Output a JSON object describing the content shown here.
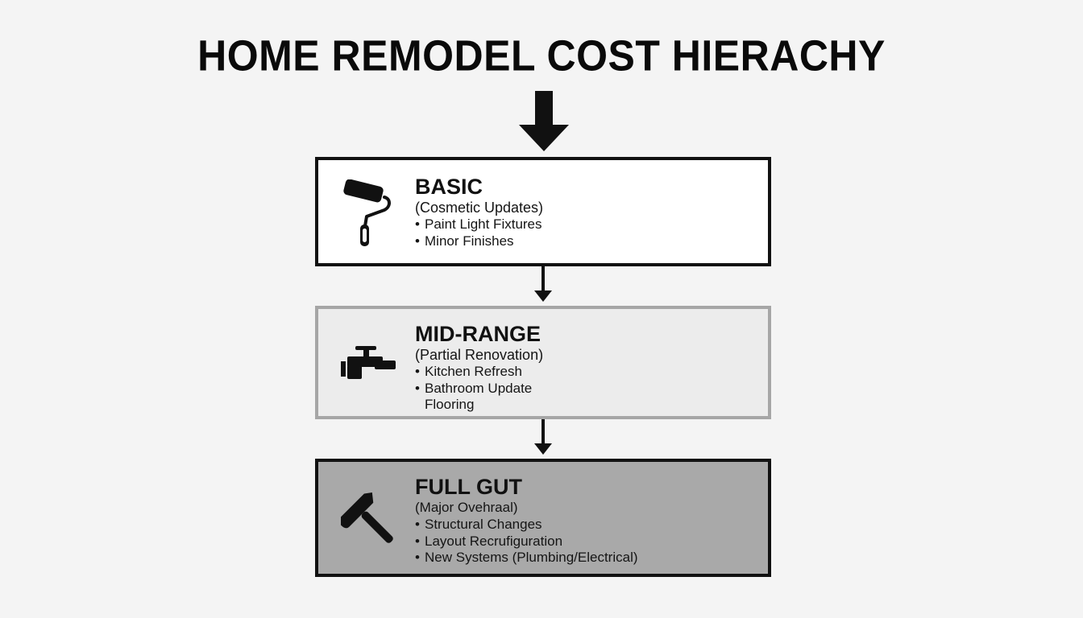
{
  "title": "HOME REMODEL COST HIERACHY",
  "tiers": [
    {
      "icon": "paint-roller-icon",
      "heading": "BASIC",
      "subheading": "(Cosmetic Updates)",
      "items": [
        "Paint Light Fixtures",
        "Minor Finishes"
      ]
    },
    {
      "icon": "faucet-icon",
      "heading": "MID-RANGE",
      "subheading": "(Partial Renovation)",
      "items": [
        "Kitchen Refresh",
        "Bathroom Update"
      ],
      "continuation": "Flooring"
    },
    {
      "icon": "hammer-icon",
      "heading": "FULL GUT",
      "subheading": "(Major Ovehraal)",
      "items": [
        "Structural Changes",
        "Layout Recrufiguration",
        "New Systems (Plumbing/Electrical)"
      ]
    }
  ],
  "colors": {
    "basic_fill": "#ffffff",
    "mid_fill": "#ececec",
    "mid_border": "#a6a6a6",
    "full_fill": "#a9a9a9",
    "ink": "#111111"
  }
}
